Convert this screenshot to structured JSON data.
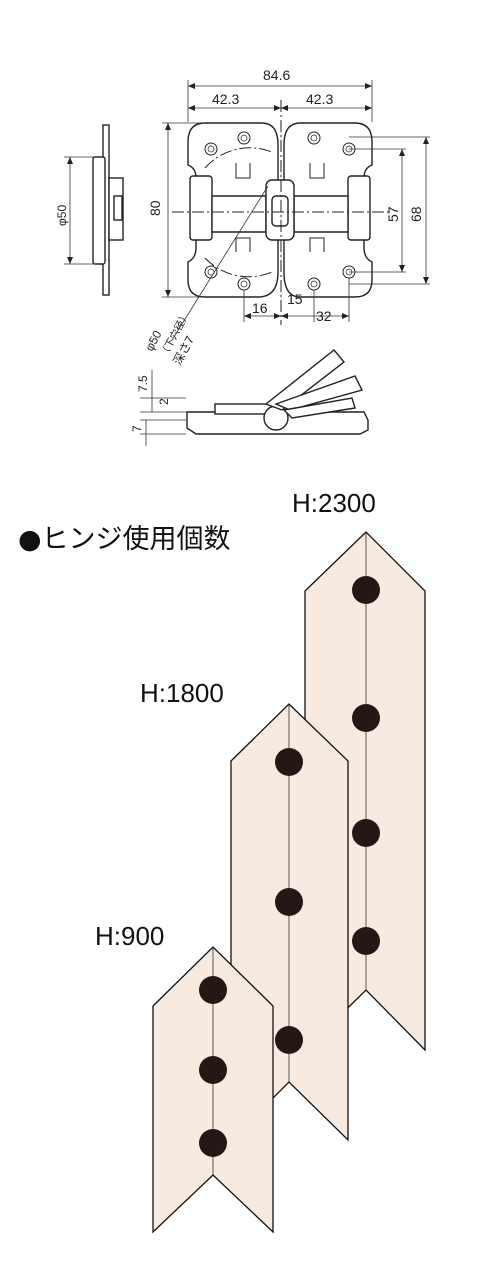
{
  "drawing": {
    "dims": {
      "overall_width": "84.6",
      "half_left": "42.3",
      "half_right": "42.3",
      "height": "80",
      "inner_height": "57",
      "outer_height": "68",
      "offset_a": "16",
      "offset_b": "15",
      "offset_c": "32",
      "side_diameter": "φ50",
      "bore_note_1": "φ50",
      "bore_note_2": "（下穴径）",
      "bore_note_3": "深さ7",
      "profile_a": "7.5",
      "profile_b": "2",
      "profile_c": "7"
    }
  },
  "usage": {
    "title": "●ヒンジ使用個数",
    "doors": [
      {
        "label": "H:900",
        "hinge_count": 3
      },
      {
        "label": "H:1800",
        "hinge_count": 3
      },
      {
        "label": "H:2300",
        "hinge_count": 4
      }
    ]
  },
  "colors": {
    "door_fill": "#f7ebe1",
    "hinge_dot": "#231815",
    "line": "#222222"
  }
}
